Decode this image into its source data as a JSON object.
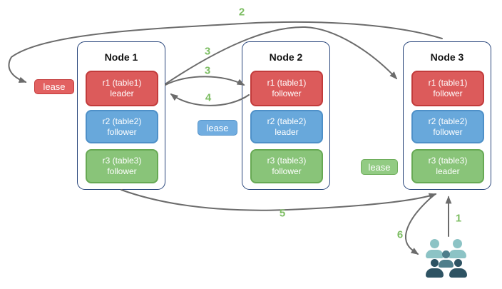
{
  "diagram": {
    "nodes": [
      {
        "title": "Node 1",
        "replicas": [
          {
            "name": "r1 (table1)",
            "role": "leader",
            "color_key": "red"
          },
          {
            "name": "r2 (table2)",
            "role": "follower",
            "color_key": "blue"
          },
          {
            "name": "r3 (table3)",
            "role": "follower",
            "color_key": "green"
          }
        ]
      },
      {
        "title": "Node 2",
        "replicas": [
          {
            "name": "r1 (table1)",
            "role": "follower",
            "color_key": "red"
          },
          {
            "name": "r2 (table2)",
            "role": "leader",
            "color_key": "blue"
          },
          {
            "name": "r3 (table3)",
            "role": "follower",
            "color_key": "green"
          }
        ]
      },
      {
        "title": "Node 3",
        "replicas": [
          {
            "name": "r1 (table1)",
            "role": "follower",
            "color_key": "red"
          },
          {
            "name": "r2 (table2)",
            "role": "follower",
            "color_key": "blue"
          },
          {
            "name": "r3 (table3)",
            "role": "leader",
            "color_key": "green"
          }
        ]
      }
    ],
    "leases": [
      {
        "label": "lease",
        "color_key": "red"
      },
      {
        "label": "lease",
        "color_key": "blue"
      },
      {
        "label": "lease",
        "color_key": "green"
      }
    ],
    "flow_steps": [
      {
        "text": "1"
      },
      {
        "text": "2"
      },
      {
        "text": "3"
      },
      {
        "text": "3"
      },
      {
        "text": "4"
      },
      {
        "text": "5"
      },
      {
        "text": "6"
      }
    ],
    "icons": {
      "users_group": "users-group-icon"
    },
    "colors": {
      "replica_red_fill": "#DC5B5B",
      "replica_red_border": "#C23B3B",
      "replica_blue_fill": "#68A8DB",
      "replica_blue_border": "#4E90C8",
      "replica_green_fill": "#89C479",
      "replica_green_border": "#67A954",
      "lease_red_fill": "#E26161",
      "lease_blue_fill": "#71ADE0",
      "lease_green_fill": "#92CB83",
      "node_border": "#27447A",
      "arrow": "#6B6B6B",
      "step_label": "#7CBD62",
      "users_light": "#8CC3C5",
      "users_mid": "#4F7E8B",
      "users_dark": "#2E5363"
    }
  }
}
